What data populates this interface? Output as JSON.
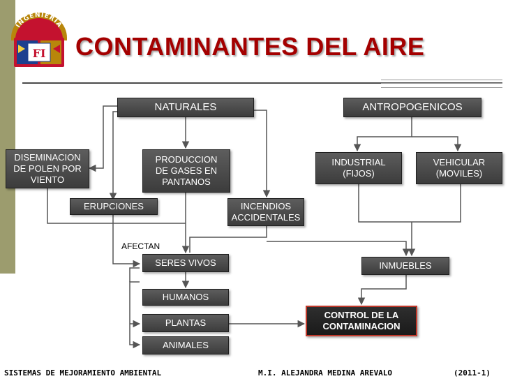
{
  "title": "CONTAMINANTES DEL AIRE",
  "logo": {
    "text": "INGENIERIA",
    "monogram": "FI",
    "icon": "unam-engineering-seal-icon"
  },
  "nodes": {
    "naturales": "NATURALES",
    "antropogenicos": "ANTROPOGENICOS",
    "diseminacion": [
      "DISEMINACION",
      "DE POLEN POR",
      "VIENTO"
    ],
    "produccion": [
      "PRODUCCION",
      "DE GASES EN",
      "PANTANOS"
    ],
    "industrial": [
      "INDUSTRIAL",
      "(FIJOS)"
    ],
    "vehicular": [
      "VEHICULAR",
      "(MOVILES)"
    ],
    "erupciones": "ERUPCIONES",
    "incendios": [
      "INCENDIOS",
      "ACCIDENTALES"
    ],
    "seres_vivos": "SERES VIVOS",
    "inmuebles": "INMUEBLES",
    "humanos": "HUMANOS",
    "plantas": "PLANTAS",
    "animales": "ANIMALES",
    "control": [
      "CONTROL DE LA",
      "CONTAMINACION"
    ]
  },
  "afectan_label": "AFECTAN",
  "footer": {
    "left": "SISTEMAS DE MEJORAMIENTO AMBIENTAL",
    "center": "M.I. ALEJANDRA MEDINA AREVALO",
    "right": "(2011-1)"
  },
  "colors": {
    "title": "#a40000",
    "box": "#4a4a4a",
    "control_border": "#c0392b",
    "accent_bar": "#9c9c6e"
  }
}
